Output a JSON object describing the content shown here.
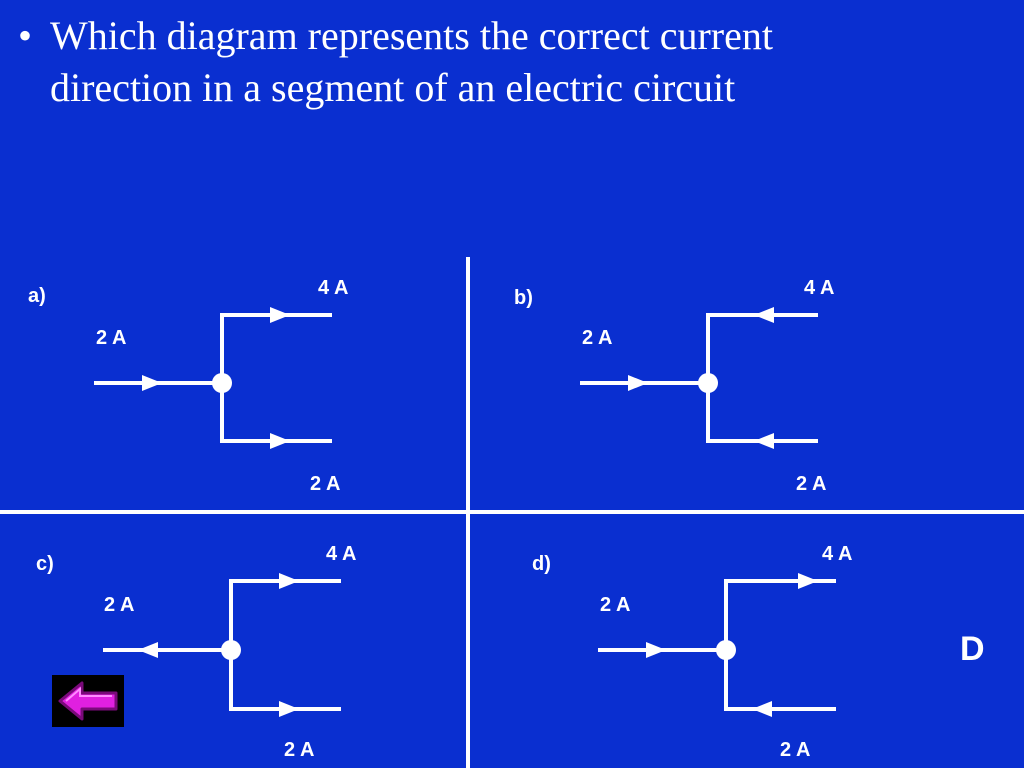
{
  "question": {
    "bullet": "•",
    "text": "Which diagram represents the correct current direction in a segment of an electric circuit"
  },
  "panels": [
    {
      "label": "a)",
      "in_label": "2 A",
      "top_label": "4 A",
      "bottom_label": "2 A"
    },
    {
      "label": "b)",
      "in_label": "2 A",
      "top_label": "4 A",
      "bottom_label": "2 A"
    },
    {
      "label": "c)",
      "in_label": "2 A",
      "top_label": "4 A",
      "bottom_label": "2 A"
    },
    {
      "label": "d)",
      "in_label": "2 A",
      "top_label": "4 A",
      "bottom_label": "2 A"
    }
  ],
  "answer": "D",
  "colors": {
    "background": "#0a2fd0",
    "lines": "#ffffff",
    "back_arrow": "#e020e0"
  },
  "icons": {
    "back": "left-arrow-icon"
  }
}
